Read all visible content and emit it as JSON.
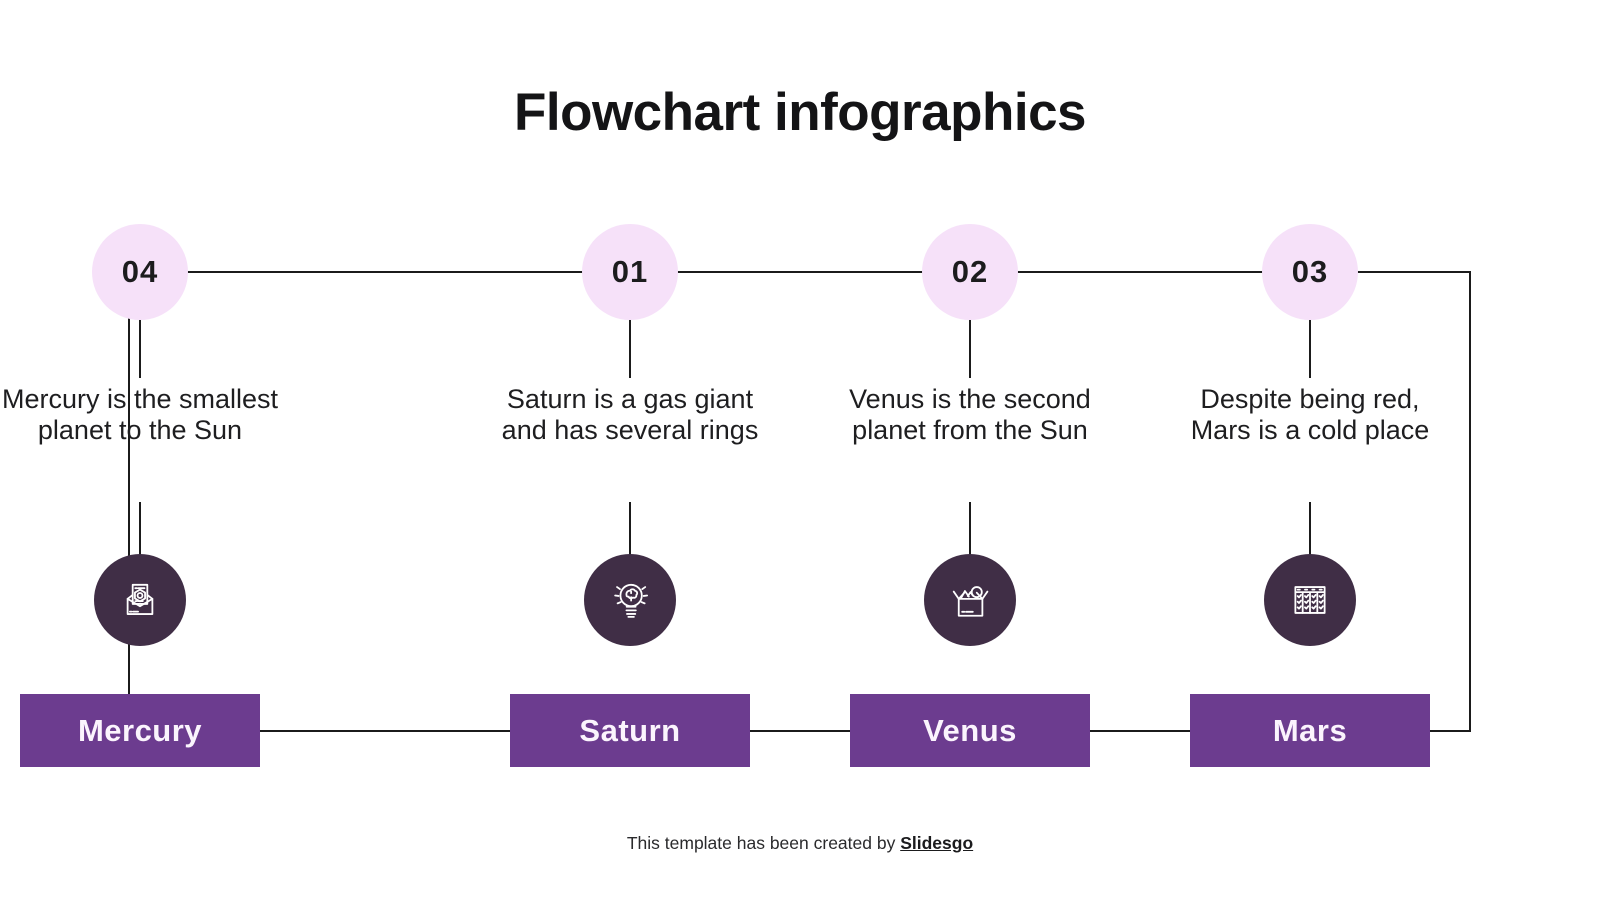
{
  "title": "Flowchart infographics",
  "colors": {
    "number_circle_bg": "#f6e1f9",
    "icon_circle_bg": "#402e46",
    "label_bg": "#6c3c8f",
    "connector_line": "#1b1b1b",
    "text": "#1d1d1f"
  },
  "steps": [
    {
      "number": "01",
      "description": "Saturn is a gas giant and has several rings",
      "label": "Saturn",
      "icon": "idea-lightbulb-icon"
    },
    {
      "number": "02",
      "description": "Venus is the second planet from the Sun",
      "label": "Venus",
      "icon": "open-box-icon"
    },
    {
      "number": "03",
      "description": "Despite being red, Mars is a cold place",
      "label": "Mars",
      "icon": "checklist-table-icon"
    },
    {
      "number": "04",
      "description": "Mercury is the smallest planet to the Sun",
      "label": "Mercury",
      "icon": "envelope-gear-document-icon"
    }
  ],
  "footer": {
    "prefix": "This template has been created by ",
    "brand": "Slidesgo"
  }
}
